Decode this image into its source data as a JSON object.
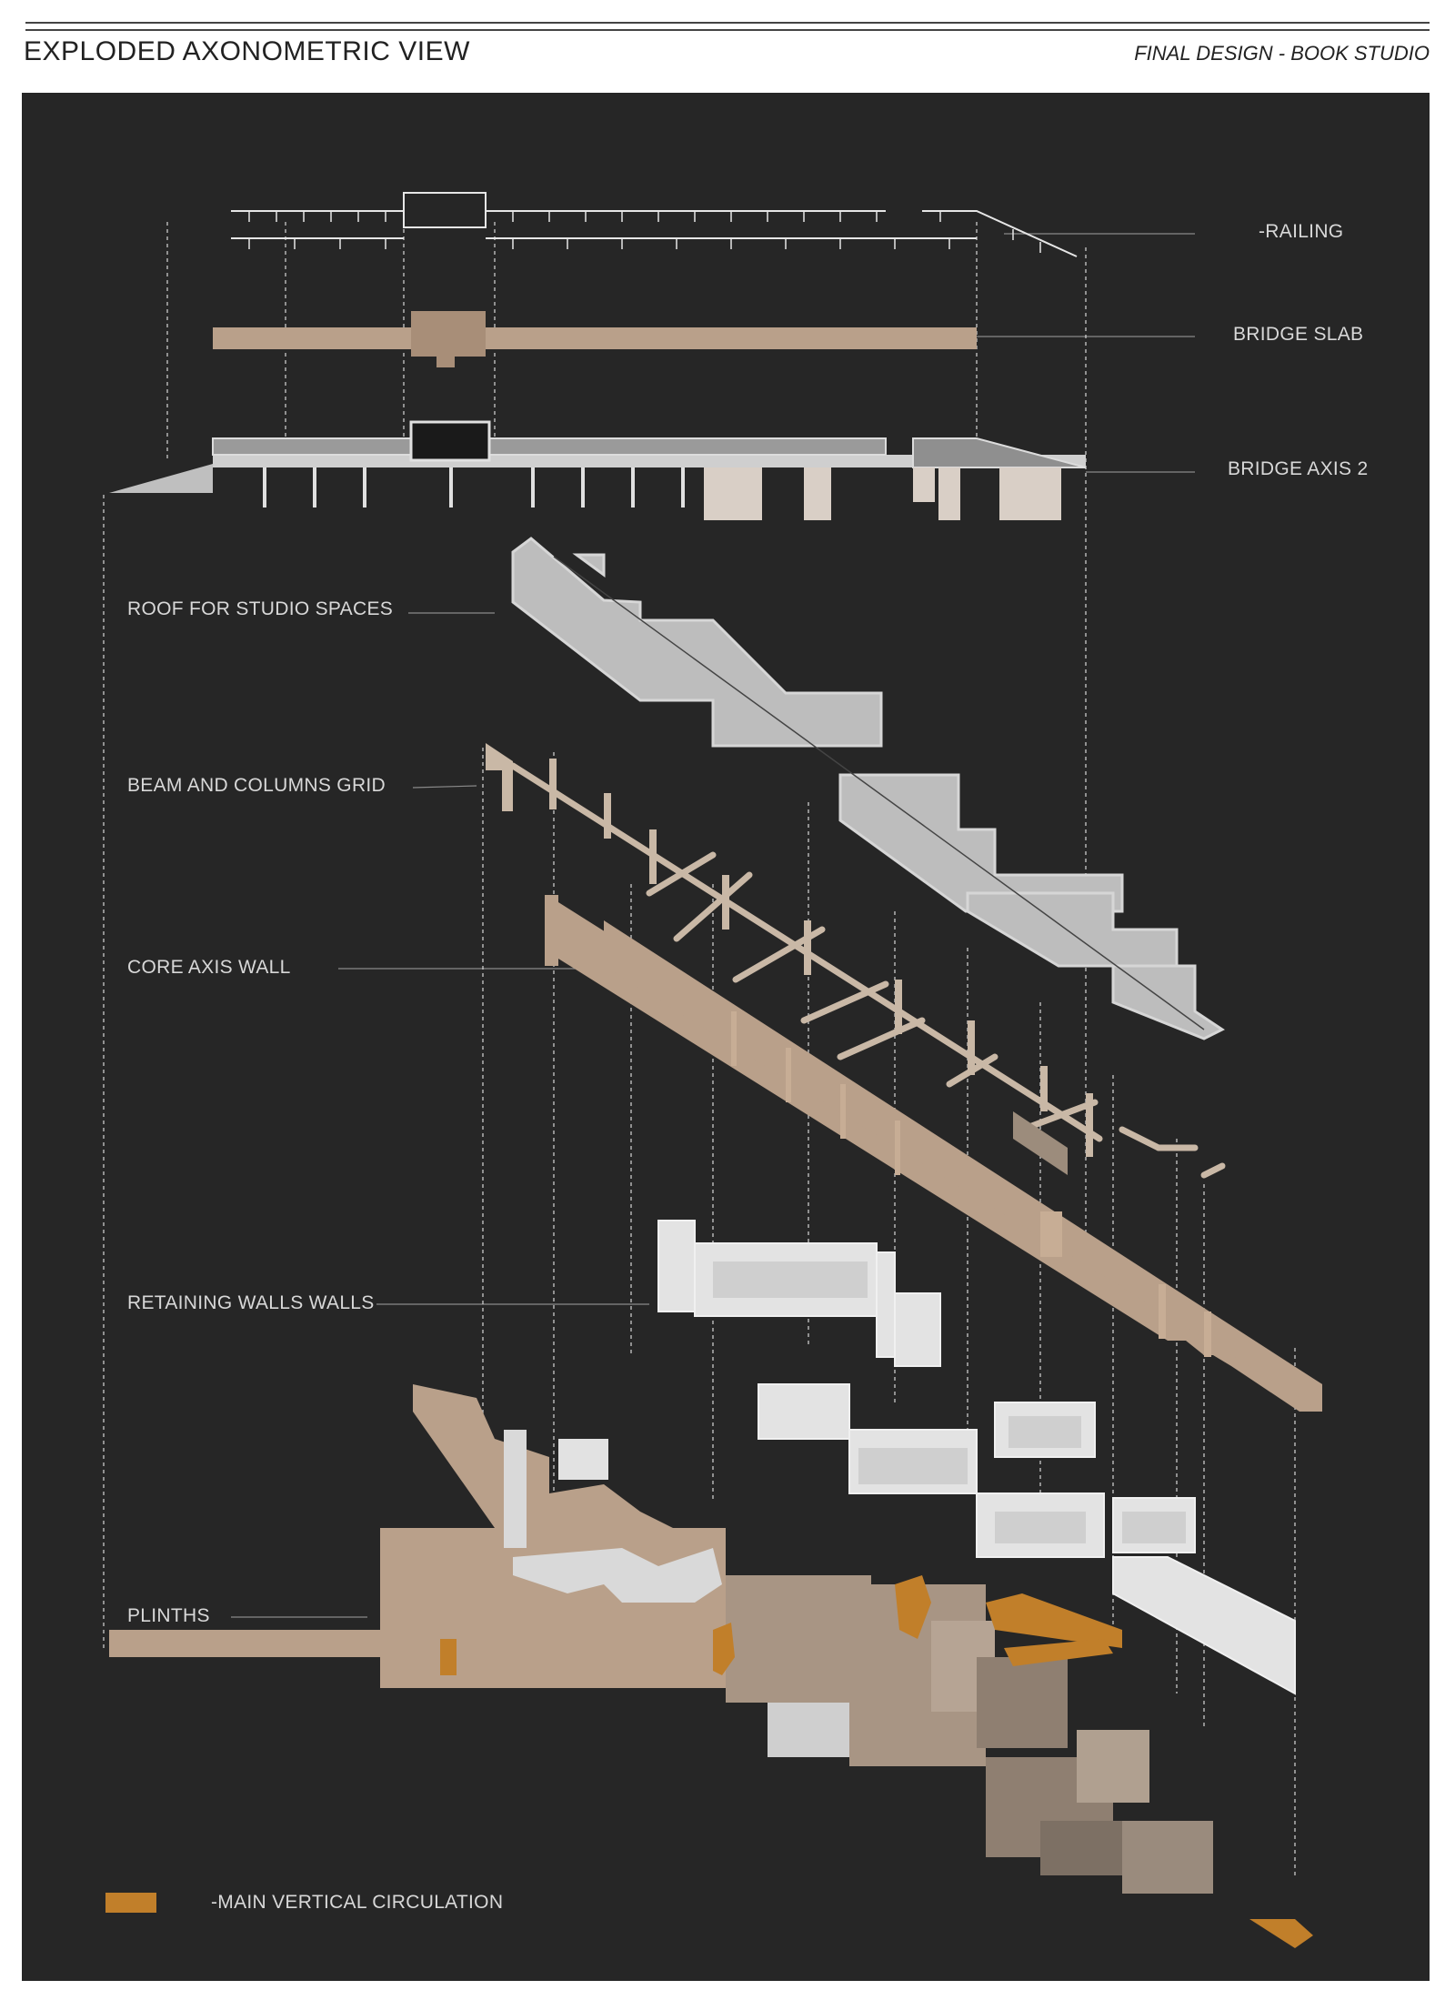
{
  "header": {
    "title": "EXPLODED AXONOMETRIC VIEW",
    "subtitle": "FINAL DESIGN - BOOK STUDIO"
  },
  "labels": {
    "railing": "-RAILING",
    "bridge_slab": "BRIDGE SLAB",
    "bridge_axis": "BRIDGE AXIS 2",
    "roof": "ROOF FOR STUDIO SPACES",
    "beam_grid": "BEAM AND COLUMNS GRID",
    "core_wall": "CORE AXIS WALL",
    "retaining": "RETAINING WALLS WALLS",
    "plinths": "PLINTHS"
  },
  "legend": {
    "label": "-MAIN VERTICAL CIRCULATION",
    "color": "#c17f2a"
  },
  "colors": {
    "background": "#262626",
    "tan": "#b9a08a",
    "grey": "#bdbdbd",
    "white": "#e6e6e6",
    "circulation": "#c17f2a",
    "line": "#e0e0e0"
  }
}
